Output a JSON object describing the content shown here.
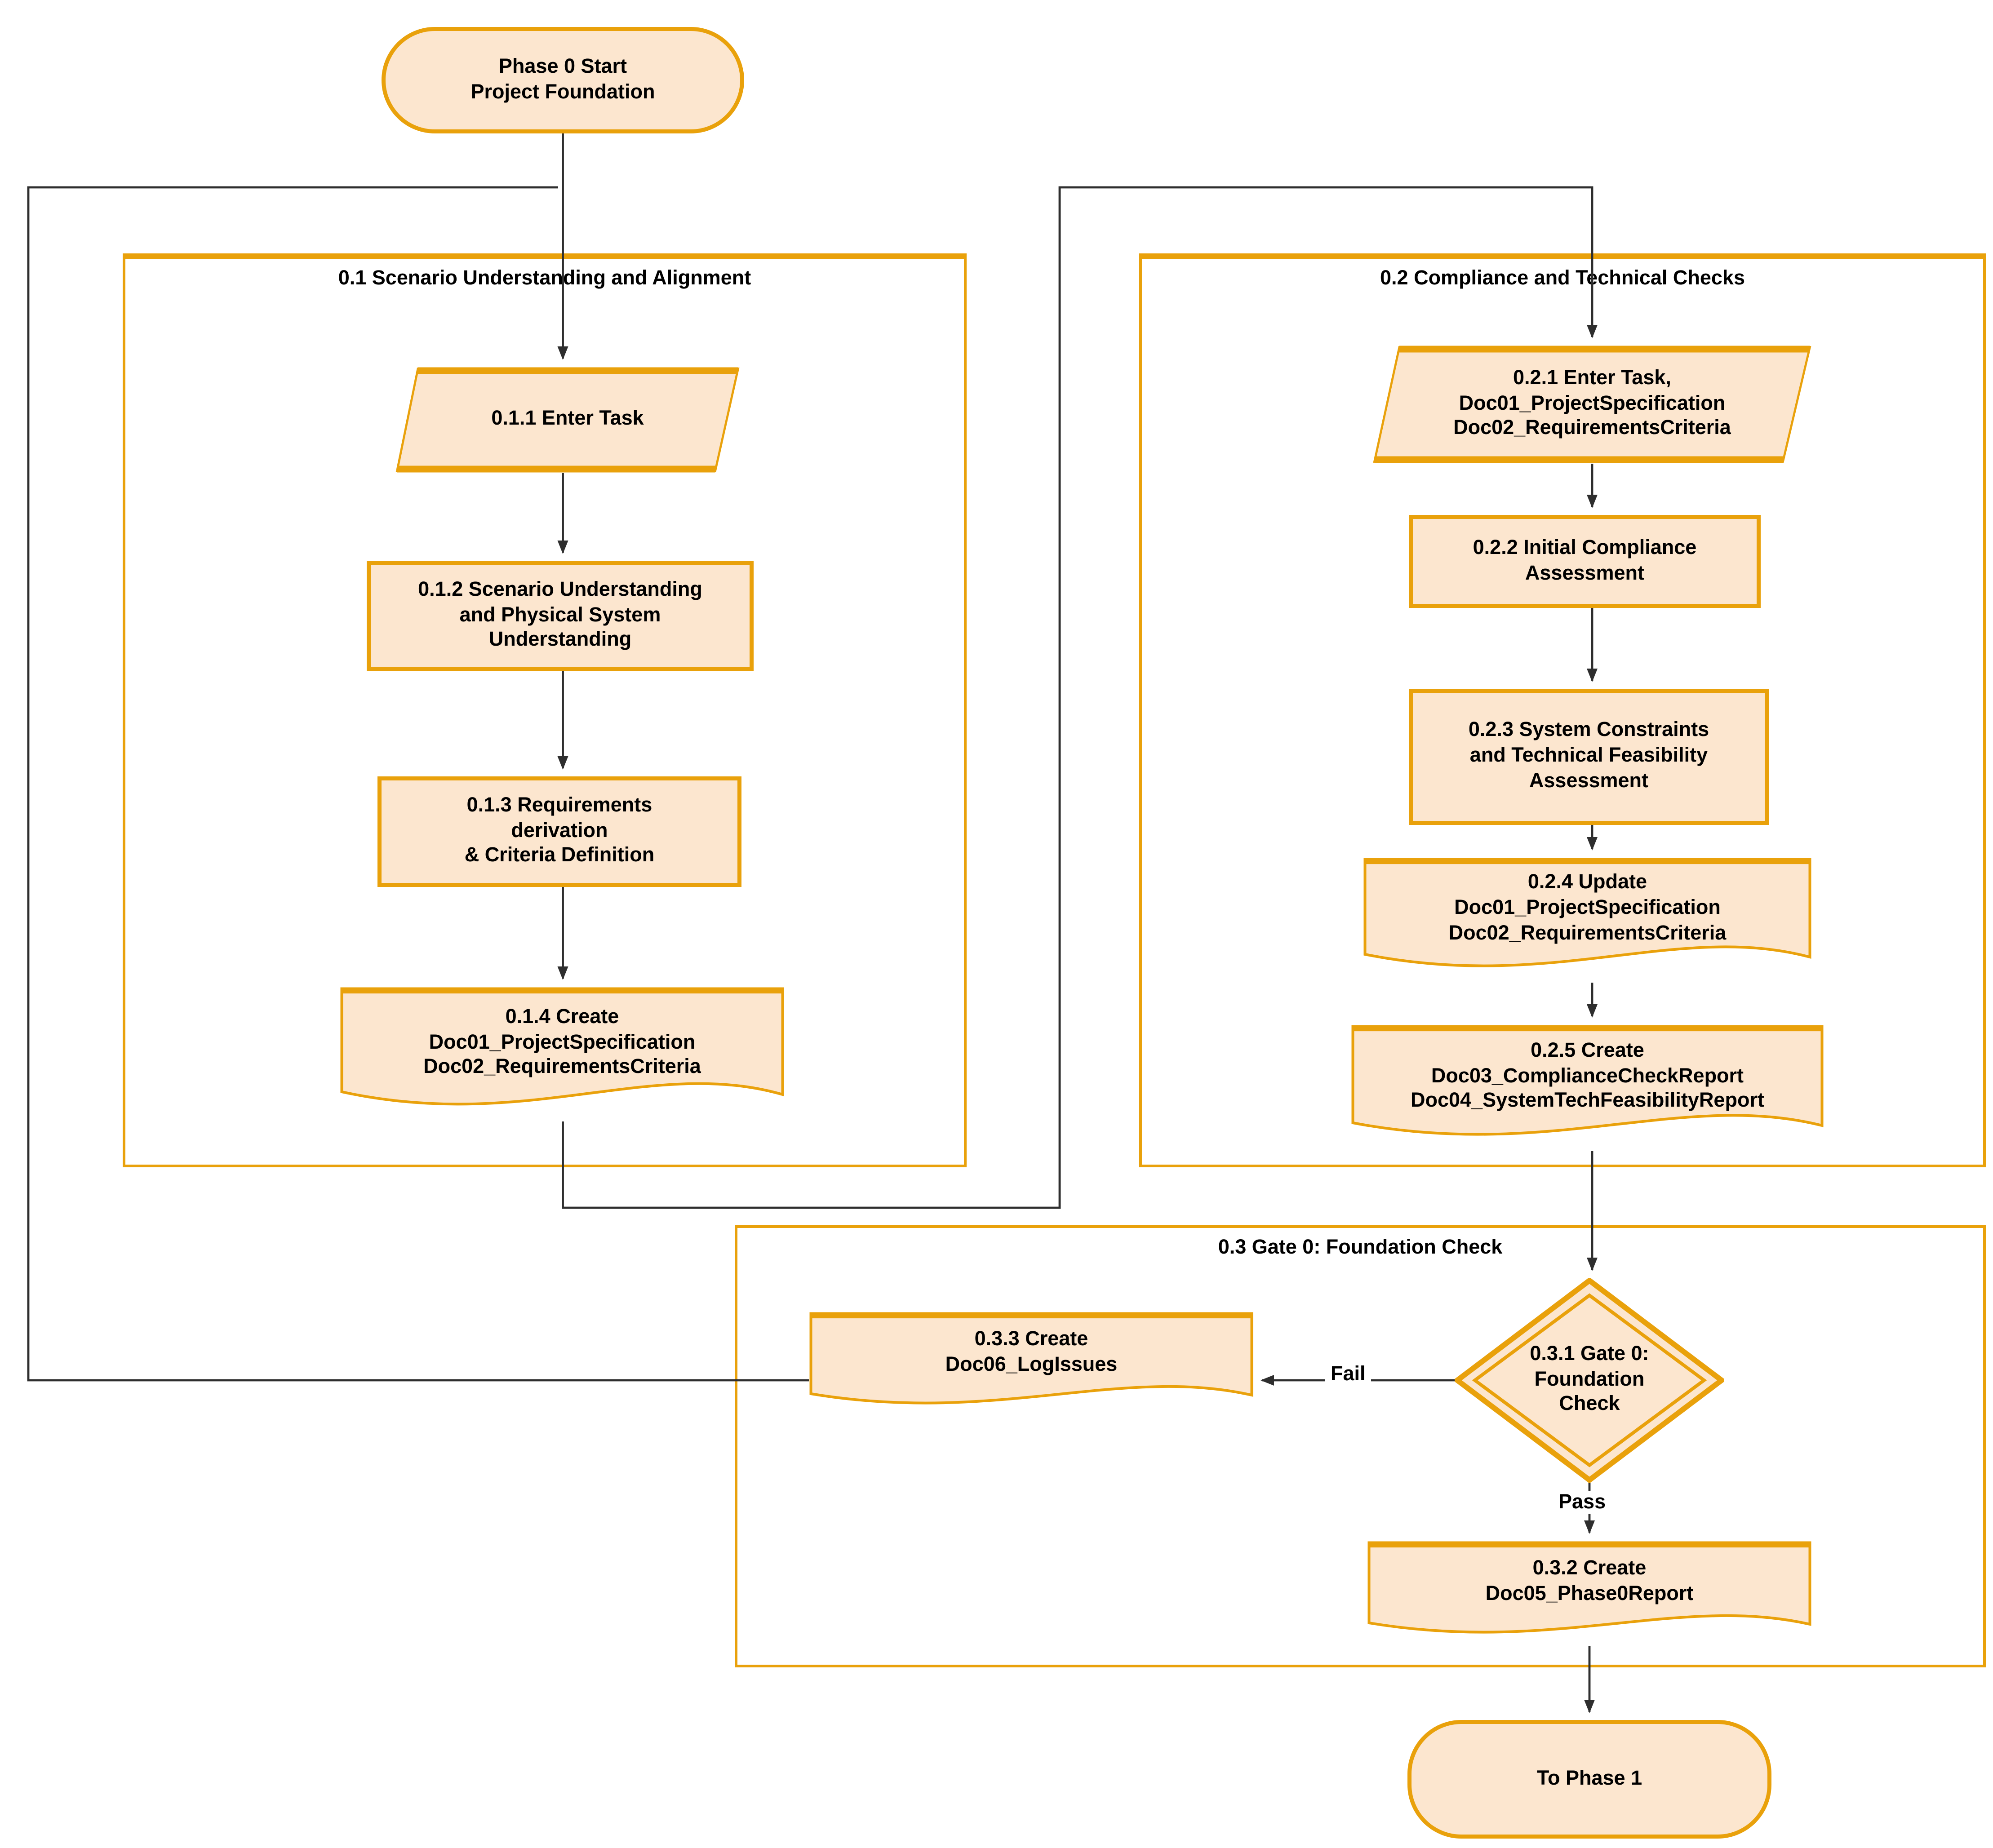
{
  "colors": {
    "accent": "#E9A10B",
    "node_fill": "#FCE6CF",
    "connector": "#2E2E2E",
    "text": "#000000"
  },
  "start": {
    "label": "Phase 0 Start\nProject Foundation"
  },
  "groups": {
    "g01": {
      "title": "0.1 Scenario Understanding and Alignment"
    },
    "g02": {
      "title": "0.2 Compliance and Technical Checks"
    },
    "g03": {
      "title": "0.3 Gate 0: Foundation Check"
    }
  },
  "nodes": {
    "n011": {
      "label": "0.1.1 Enter Task",
      "shape": "parallelogram"
    },
    "n012": {
      "label": "0.1.2 Scenario Understanding\nand Physical System\nUnderstanding",
      "shape": "rect"
    },
    "n013": {
      "label": "0.1.3 Requirements\nderivation\n& Criteria Definition",
      "shape": "rect"
    },
    "n014": {
      "label": "0.1.4 Create\nDoc01_ProjectSpecification\nDoc02_RequirementsCriteria",
      "shape": "document"
    },
    "n021": {
      "label": "0.2.1 Enter Task,\nDoc01_ProjectSpecification\nDoc02_RequirementsCriteria",
      "shape": "parallelogram"
    },
    "n022": {
      "label": "0.2.2 Initial Compliance\nAssessment",
      "shape": "rect"
    },
    "n023": {
      "label": "0.2.3 System Constraints\nand Technical Feasibility\nAssessment",
      "shape": "rect"
    },
    "n024": {
      "label": "0.2.4 Update\nDoc01_ProjectSpecification\nDoc02_RequirementsCriteria",
      "shape": "document"
    },
    "n025": {
      "label": "0.2.5 Create\nDoc03_ComplianceCheckReport\nDoc04_SystemTechFeasibilityReport",
      "shape": "document"
    },
    "n031": {
      "label": "0.3.1 Gate 0:\nFoundation\nCheck",
      "shape": "decision"
    },
    "n032": {
      "label": "0.3.2 Create\nDoc05_Phase0Report",
      "shape": "document"
    },
    "n033": {
      "label": "0.3.3 Create\nDoc06_LogIssues",
      "shape": "document"
    }
  },
  "edges": {
    "fail_label": "Fail",
    "pass_label": "Pass"
  },
  "end": {
    "label": "To Phase 1"
  }
}
